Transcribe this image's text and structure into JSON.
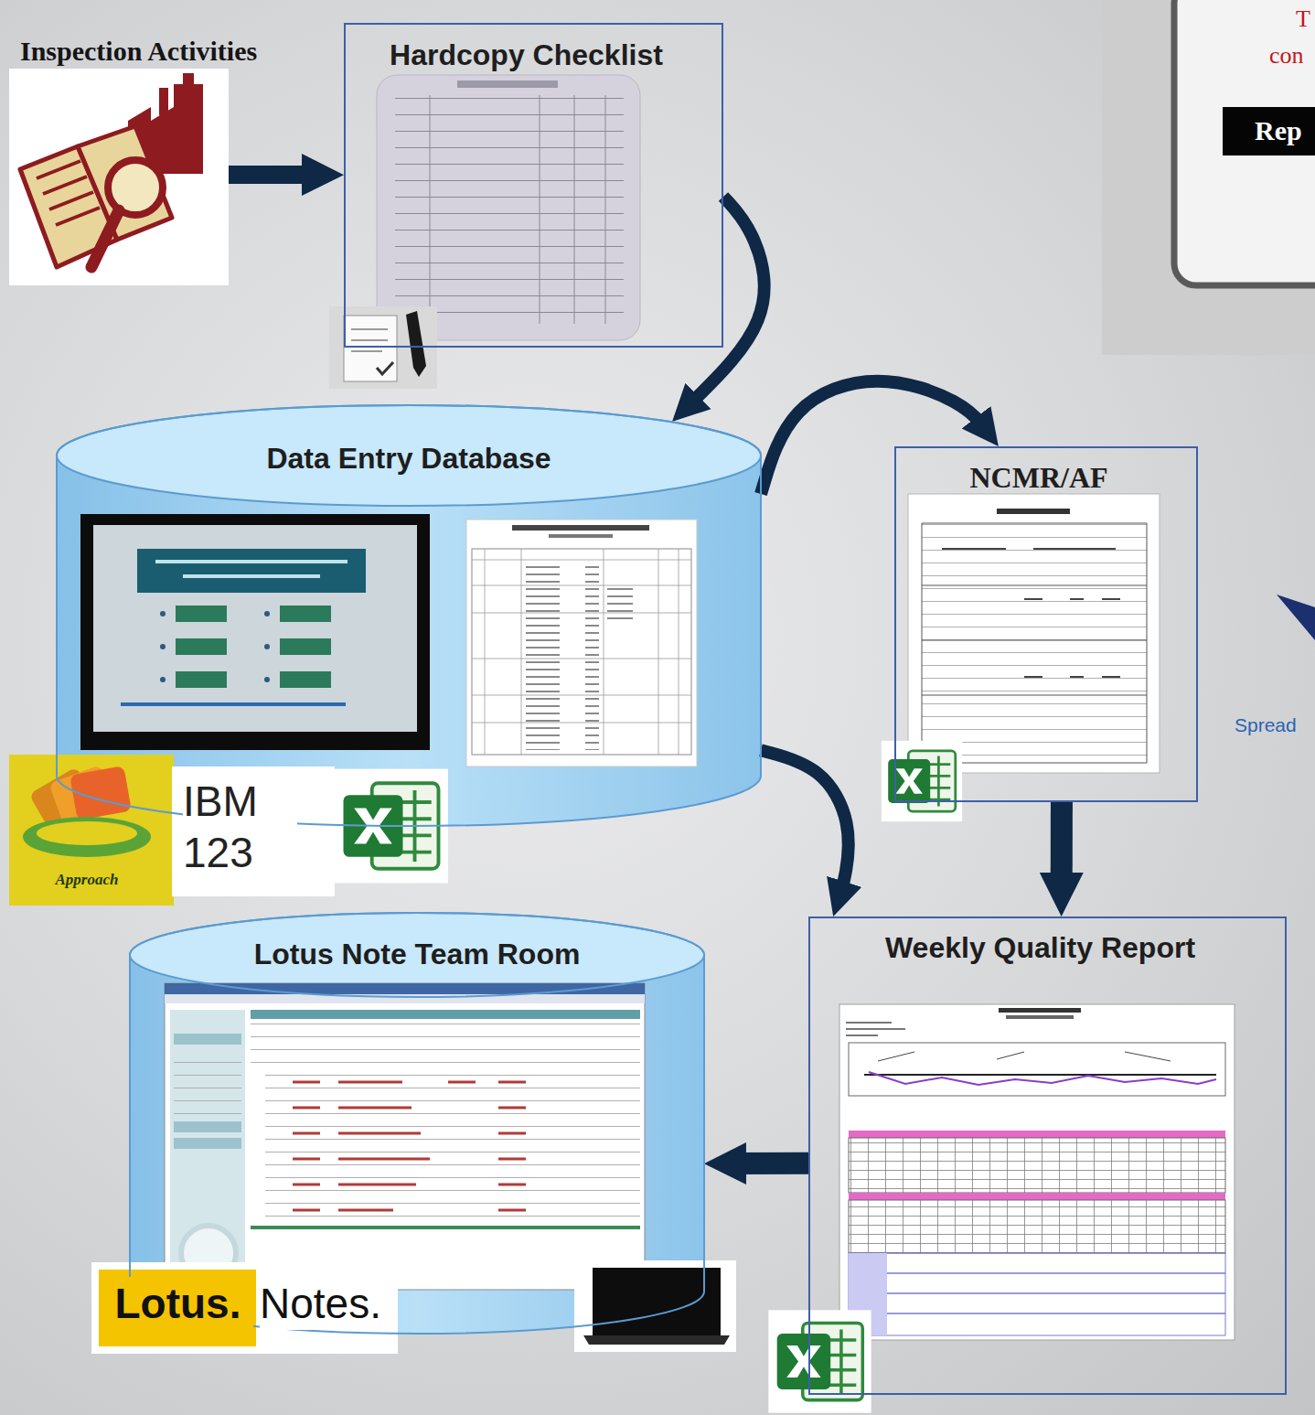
{
  "diagram": {
    "nodes": [
      {
        "text": [
          "Inspection Activities"
        ]
      },
      {
        "text": [
          "Hardcopy Checklist"
        ]
      },
      {
        "text": [
          "Data Entry Database",
          "Approach",
          "IBM 123"
        ]
      },
      {
        "text": [
          "NCMR/AF"
        ]
      },
      {
        "text": [
          "Weekly Quality Report"
        ]
      },
      {
        "text": [
          "Lotus Note Team Room",
          "Lotus.",
          "Notes."
        ]
      }
    ],
    "edges": [
      {
        "from": 0,
        "to": 1,
        "arrow": "to"
      },
      {
        "from": 1,
        "to": 2,
        "arrow": "to"
      },
      {
        "from": 2,
        "to": 3,
        "arrow": "to"
      },
      {
        "from": 2,
        "to": 4,
        "arrow": "to"
      },
      {
        "from": 3,
        "to": 4,
        "arrow": "to"
      },
      {
        "from": 4,
        "to": 5,
        "arrow": "to"
      }
    ],
    "labels": [
      "T",
      "con",
      "Rep",
      "Spread"
    ]
  }
}
